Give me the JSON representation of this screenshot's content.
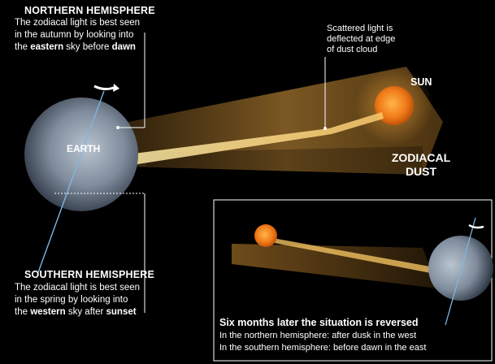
{
  "northern": {
    "heading": "NORTHERN HEMISPHERE",
    "line1": "The zodiacal light is best seen",
    "line2": "in the autumn by looking into",
    "line3_pre": "the ",
    "line3_bold1": "eastern",
    "line3_mid": " sky before ",
    "line3_bold2": "dawn"
  },
  "southern": {
    "heading": "SOUTHERN HEMISPHERE",
    "line1": "The zodiacal light is best seen",
    "line2": "in the spring by looking into",
    "line3_pre": "the ",
    "line3_bold1": "western",
    "line3_mid": " sky after ",
    "line3_bold2": "sunset"
  },
  "callout": {
    "line1": "Scattered light is",
    "line2": "deflected at edge",
    "line3": "of dust cloud"
  },
  "labels": {
    "earth": "EARTH",
    "sun": "SUN",
    "dust_line1": "ZODIACAL",
    "dust_line2": "DUST"
  },
  "inset": {
    "heading": "Six months later the situation is reversed",
    "line1": "In the northern hemisphere: after dusk in the west",
    "line2": "In the southern hemisphere: before dawn in the east"
  },
  "colors": {
    "background": "#000000",
    "dust": "#e8a030",
    "sun": "#f08a20",
    "earth": "#8a97a8",
    "leader": "#ffffff"
  }
}
